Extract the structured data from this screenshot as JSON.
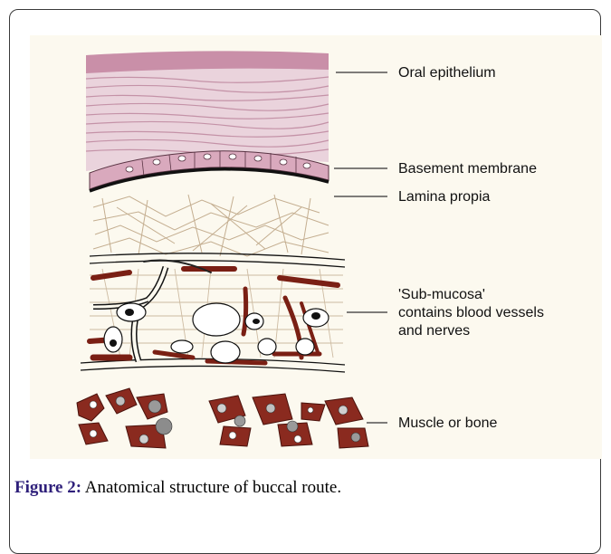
{
  "diagram": {
    "labels": {
      "oral_epithelium": "Oral epithelium",
      "basement_membrane": "Basement membrane",
      "lamina_propia": "Lamina propia",
      "sub_mucosa_line1": "'Sub-mucosa'",
      "sub_mucosa_line2": "contains blood vessels",
      "sub_mucosa_line3": "and nerves",
      "muscle_or_bone": "Muscle or bone"
    },
    "colors": {
      "epithelium": "#dcb6c6",
      "basement_membrane": "#111111",
      "cell_fill": "#d9a9bd",
      "fiber": "#c9b59a",
      "vessel": "#7a1f14",
      "muscle": "#8a2a1f",
      "background": "#fcf9ef"
    }
  },
  "caption": {
    "label": "Figure 2:",
    "text": " Anatomical structure of buccal route."
  }
}
